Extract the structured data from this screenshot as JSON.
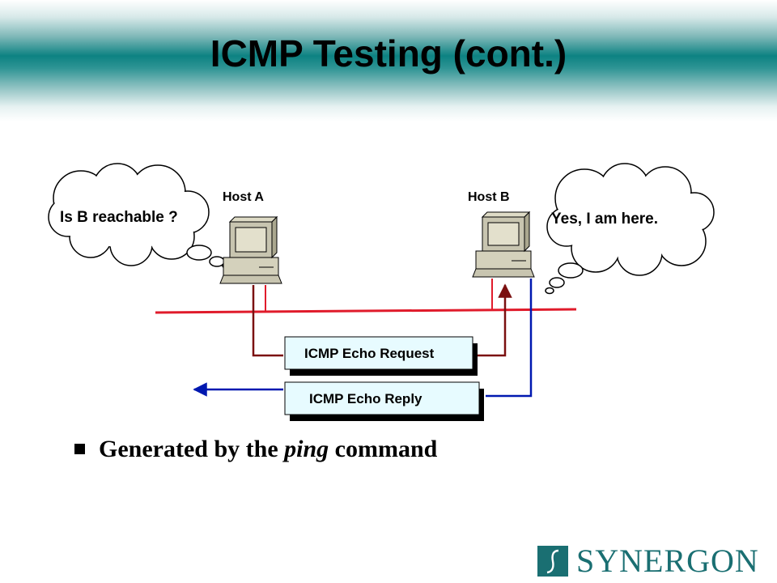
{
  "slide": {
    "title": "ICMP Testing (cont.)"
  },
  "hosts": {
    "a_label": "Host A",
    "b_label": "Host B"
  },
  "thoughts": {
    "a": "Is B reachable ?",
    "b": "Yes, I am here."
  },
  "messages": {
    "request": "ICMP Echo Request",
    "reply": "ICMP Echo Reply"
  },
  "bullet": {
    "prefix": "Generated by the ",
    "emphasis": "ping",
    "suffix": " command"
  },
  "logo": {
    "text": "SYNERGON"
  },
  "colors": {
    "title_band": "#0d8282",
    "network": "#e01b2b",
    "request_path": "#7b1010",
    "reply_path": "#0018b0",
    "message_box": "#e7fbff",
    "logo": "#1a6f72"
  }
}
